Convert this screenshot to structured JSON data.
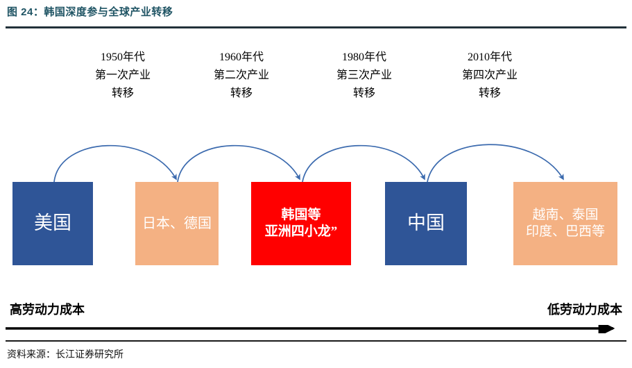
{
  "header": {
    "title": "图 24：韩国深度参与全球产业转移",
    "title_color": "#1F5464"
  },
  "phases": [
    {
      "era": "1950年代",
      "wave": "第一次产业",
      "move": "转移"
    },
    {
      "era": "1960年代",
      "wave": "第二次产业",
      "move": "转移"
    },
    {
      "era": "1980年代",
      "wave": "第三次产业",
      "move": "转移"
    },
    {
      "era": "2010年代",
      "wave": "第四次产业",
      "move": "转移"
    }
  ],
  "boxes": [
    {
      "id": "usa",
      "line1": "美国",
      "line2": "",
      "color": "#2F5597"
    },
    {
      "id": "jp_de",
      "line1": "日本、德国",
      "line2": "",
      "color": "#F4B183"
    },
    {
      "id": "korea",
      "line1": "韩国等",
      "line2": "亚洲四小龙”",
      "color": "#FF0000"
    },
    {
      "id": "china",
      "line1": "中国",
      "line2": "",
      "color": "#2F5597"
    },
    {
      "id": "emerg",
      "line1": "越南、泰国",
      "line2": "印度、巴西等",
      "color": "#F4B183"
    }
  ],
  "spectrum": {
    "left_label": "高劳动力成本",
    "right_label": "低劳动力成本",
    "axis_color": "#000000",
    "direction": "left-to-right"
  },
  "arrows": {
    "color": "#3B6AAE",
    "count": 4,
    "description": "curved arcs from each box to the next box"
  },
  "footer": {
    "source": "资料来源：长江证券研究所"
  }
}
